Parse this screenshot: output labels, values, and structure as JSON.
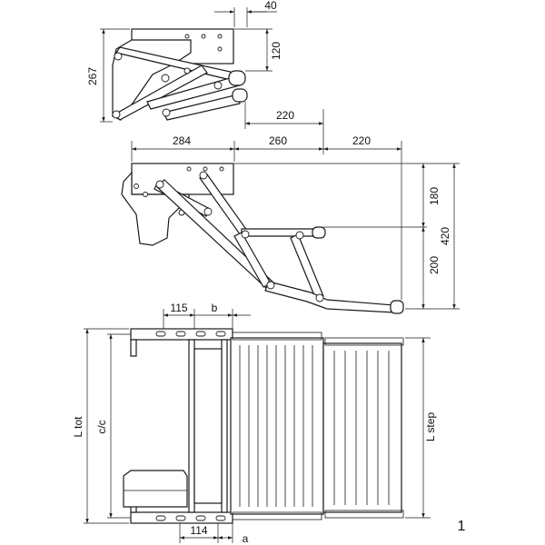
{
  "dimensions": {
    "top_40": "40",
    "top_120": "120",
    "top_267": "267",
    "top_220": "220",
    "mid_284": "284",
    "mid_260": "260",
    "mid_220": "220",
    "mid_180": "180",
    "mid_200": "200",
    "mid_420": "420",
    "bot_115": "115",
    "bot_b": "b",
    "bot_114": "114",
    "bot_a": "a",
    "bot_l_tot": "L tot",
    "bot_cc": "c/c",
    "bot_l_step": "L step"
  },
  "figure_number": "1"
}
